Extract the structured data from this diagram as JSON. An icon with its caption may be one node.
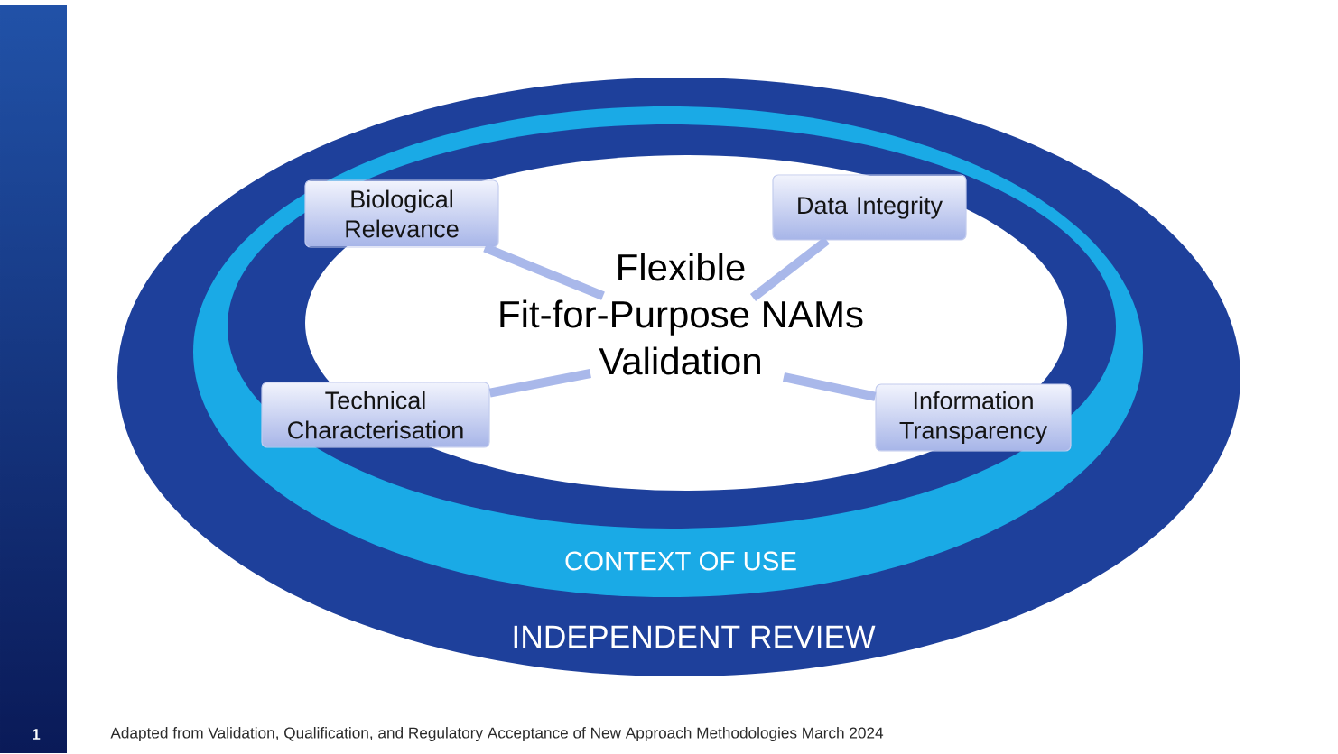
{
  "diagram": {
    "nodes": [
      {
        "text": [
          "INDEPENDENT REVIEW"
        ]
      },
      {
        "text": [
          "CONTEXT OF USE"
        ],
        "in": 0
      },
      {
        "text": [
          "Biological Relevance"
        ],
        "in": 1
      },
      {
        "text": [
          "Data Integrity"
        ],
        "in": 1
      },
      {
        "text": [
          "Flexible Fit-for-Purpose NAMs Validation"
        ],
        "in": 1
      },
      {
        "text": [
          "Technical Characterisation"
        ],
        "in": 1
      },
      {
        "text": [
          "Information Transparency"
        ],
        "in": 1
      }
    ],
    "edges": [
      {
        "from": 2,
        "to": 4,
        "arrow": "none"
      },
      {
        "from": 3,
        "to": 4,
        "arrow": "none"
      },
      {
        "from": 5,
        "to": 4,
        "arrow": "none"
      },
      {
        "from": 6,
        "to": 4,
        "arrow": "none"
      }
    ],
    "labels": [
      "1",
      "Adapted from Validation, Qualification, and Regulatory Acceptance of New Approach Methodologies March 2024"
    ]
  }
}
